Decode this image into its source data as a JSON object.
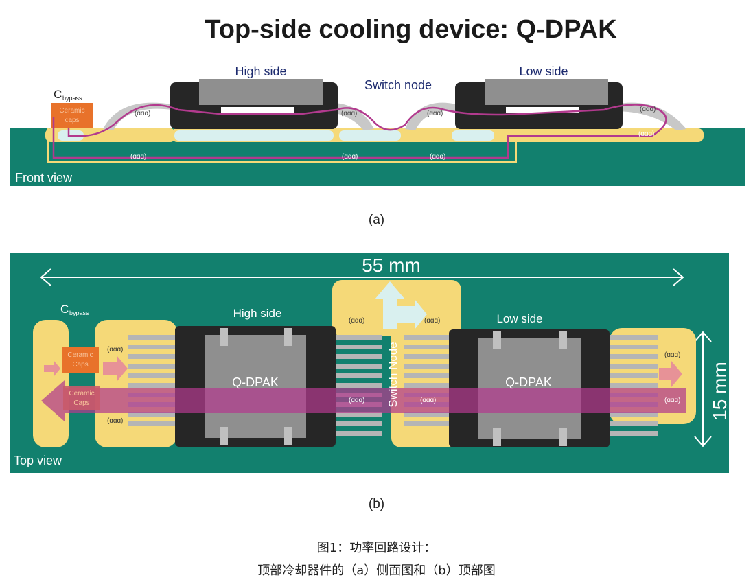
{
  "figure": {
    "title": "Top-side cooling device: Q-DPAK",
    "front": {
      "view_label": "Front view",
      "high_side": "High side",
      "low_side": "Low side",
      "switch_node": "Switch node",
      "cbypass_main": "C",
      "cbypass_sub": "bypass",
      "caps_line1": "Ceramic",
      "caps_line2": "caps"
    },
    "top": {
      "view_label": "Top view",
      "dim_width": "55 mm",
      "dim_height": "15 mm",
      "high_side": "High side",
      "low_side": "Low side",
      "switch_node": "Switch Node",
      "package_left": "Q-DPAK",
      "package_right": "Q-DPAK",
      "cbypass_main": "C",
      "cbypass_sub": "bypass",
      "caps_line1": "Ceramic",
      "caps_line2": "Caps"
    },
    "label_a": "(a)",
    "label_b": "(b)",
    "caption_line1": "图1：功率回路设计：",
    "caption_line2": "顶部冷却器件的（a）侧面图和（b）顶部图"
  },
  "colors": {
    "pcb_green": "#12806e",
    "copper_yellow": "#f5d978",
    "package_black": "#262626",
    "package_gray": "#8f8f8f",
    "loop_magenta": "#b23a8e",
    "caps_orange": "#e8722a",
    "thermal_light": "#d9f0ef",
    "dark_blue_text": "#1c2a6e"
  }
}
